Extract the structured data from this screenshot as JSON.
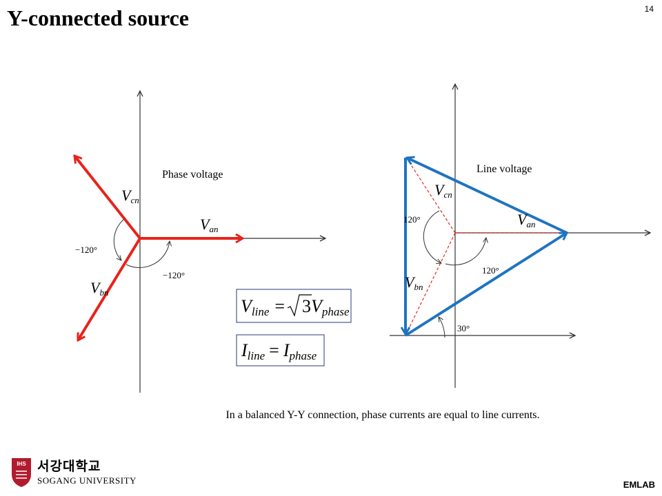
{
  "header": {
    "title": "Y-connected source",
    "slide_number": "14"
  },
  "phase_diagram": {
    "label": "Phase voltage",
    "van": "an",
    "vbn": "bn",
    "vcn": "cn",
    "angle_left": "−120°",
    "angle_bottom": "−120°"
  },
  "line_diagram": {
    "label": "Line voltage",
    "van": "an",
    "vbn": "bn",
    "vcn": "cn",
    "angle_upper": "120°",
    "angle_lower": "120°",
    "angle_thirty": "30°"
  },
  "formulas": {
    "voltage": {
      "lhs": "V",
      "lhs_sub": "line",
      "rel": "=",
      "coef": "3",
      "rhs": "V",
      "rhs_sub": "phase"
    },
    "current": {
      "lhs": "I",
      "lhs_sub": "line",
      "rel": "=",
      "rhs": "I",
      "rhs_sub": "phase"
    }
  },
  "caption": "In a balanced Y-Y connection, phase currents are equal to line currents.",
  "footer": {
    "university_korean": "서강대학교",
    "university_english": "SOGANG UNIVERSITY",
    "logo_letters": "IHS",
    "lab": "EMLAB"
  },
  "colors": {
    "phase": "#e8231b",
    "line": "#1f74c0",
    "dashed": "#e8231b",
    "axis": "#333333"
  }
}
